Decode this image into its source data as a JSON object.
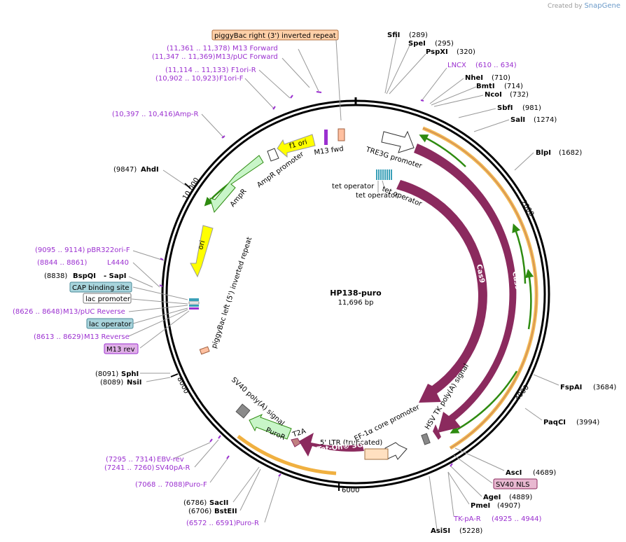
{
  "watermark": {
    "created_by": "Created by",
    "brand": "SnapGene"
  },
  "plasmid": {
    "name": "HP138-puro",
    "size": "11,696 bp"
  },
  "ticks": [
    "2000",
    "4000",
    "6000",
    "8000",
    "10,000"
  ],
  "colors": {
    "enzyme": "#000000",
    "primer": "#9b30d0",
    "cds": "#8b2a5e",
    "promoter_fill": "#ffffff",
    "amp_fill": "#c8f5c8",
    "ori_fill": "#ffff00",
    "gold": "#f0b040",
    "green": "#2e8b10"
  },
  "features": {
    "tre3g": "TRE3G promoter",
    "tet_op1": "tet operator",
    "tet_op2": "tet operator",
    "tet_op3": "tet operator",
    "cas9_inner": "Cas9",
    "cas9_outer": "Cas9",
    "hsv_tk_polya": "HSV TK poly(A) signal",
    "ef1a": "EF-1α core promoter",
    "ltr": "5' LTR (truncated)",
    "tet_on": "Tet-On® 3G",
    "t2a": "T2A",
    "puror": "PuroR",
    "sv40_polya": "SV40 poly(A) signal",
    "piggybac_left": "piggyBac left (5') inverted repeat",
    "ori": "ori",
    "ampr": "AmpR",
    "ampr_promoter": "AmpR promoter",
    "f1_ori": "f1 ori",
    "m13_fwd": "M13 fwd",
    "piggybac_right": "piggyBac right (3') inverted repeat",
    "lncx": "LNCX",
    "sv40_nls": "SV40 NLS",
    "tk_pa_r": "TK-pA-R"
  },
  "left_labels": {
    "m13_forward": {
      "coords": "(11,361 .. 11,378)",
      "name": "M13 Forward"
    },
    "m13_puc_forward": {
      "coords": "(11,347 .. 11,369)",
      "name": "M13/pUC Forward"
    },
    "f1ori_r": {
      "coords": "(11,114 .. 11,133)",
      "name": "F1ori-R"
    },
    "f1ori_f": {
      "coords": "(10,902 .. 10,923)",
      "name": "F1ori-F"
    },
    "amp_r": {
      "coords": "(10,397 .. 10,416)",
      "name": "Amp-R"
    },
    "ahdi": {
      "coords": "(9847)",
      "name": "AhdI"
    },
    "pbr322ori_f": {
      "coords": "(9095 .. 9114)",
      "name": "pBR322ori-F"
    },
    "l4440": {
      "coords": "(8844 .. 8861)",
      "name": "L4440"
    },
    "bspqi": {
      "coords": "(8838)",
      "name": "BspQI",
      "extra": "- SapI"
    },
    "cap_binding": {
      "name": "CAP binding site"
    },
    "lac_promoter": {
      "name": "lac promoter"
    },
    "m13_puc_reverse": {
      "coords": "(8626 .. 8648)",
      "name": "M13/pUC Reverse"
    },
    "lac_operator": {
      "name": "lac operator"
    },
    "m13_reverse": {
      "coords": "(8613 .. 8629)",
      "name": "M13 Reverse"
    },
    "m13_rev": {
      "name": "M13 rev"
    },
    "sphi": {
      "coords": "(8091)",
      "name": "SphI"
    },
    "nsii": {
      "coords": "(8089)",
      "name": "NsiI"
    },
    "ebv_rev": {
      "coords": "(7295 .. 7314)",
      "name": "EBV-rev"
    },
    "sv40pa_r": {
      "coords": "(7241 .. 7260)",
      "name": "SV40pA-R"
    },
    "puro_f": {
      "coords": "(7068 .. 7088)",
      "name": "Puro-F"
    },
    "sacii": {
      "coords": "(6786)",
      "name": "SacII"
    },
    "bsteii": {
      "coords": "(6706)",
      "name": "BstEII"
    },
    "puro_r": {
      "coords": "(6572 .. 6591)",
      "name": "Puro-R"
    }
  },
  "right_labels": {
    "sfii": {
      "name": "SfiI",
      "coords": "(289)"
    },
    "spei": {
      "name": "SpeI",
      "coords": "(295)"
    },
    "pspxi": {
      "name": "PspXI",
      "coords": "(320)"
    },
    "lncx_coords": "(610 .. 634)",
    "nhei": {
      "name": "NheI",
      "coords": "(710)"
    },
    "bmti": {
      "name": "BmtI",
      "coords": "(714)"
    },
    "ncoi": {
      "name": "NcoI",
      "coords": "(732)"
    },
    "sbfi": {
      "name": "SbfI",
      "coords": "(981)"
    },
    "sali": {
      "name": "SalI",
      "coords": "(1274)"
    },
    "blpi": {
      "name": "BlpI",
      "coords": "(1682)"
    },
    "fspai": {
      "name": "FspAI",
      "coords": "(3684)"
    },
    "paqci": {
      "name": "PaqCI",
      "coords": "(3994)"
    },
    "asci": {
      "name": "AscI",
      "coords": "(4689)"
    },
    "agei": {
      "name": "AgeI",
      "coords": "(4889)"
    },
    "pmei": {
      "name": "PmeI",
      "coords": "(4907)"
    },
    "tk_pa_r_coords": "(4925 .. 4944)",
    "asisi": {
      "name": "AsiSI",
      "coords": "(5228)"
    }
  }
}
